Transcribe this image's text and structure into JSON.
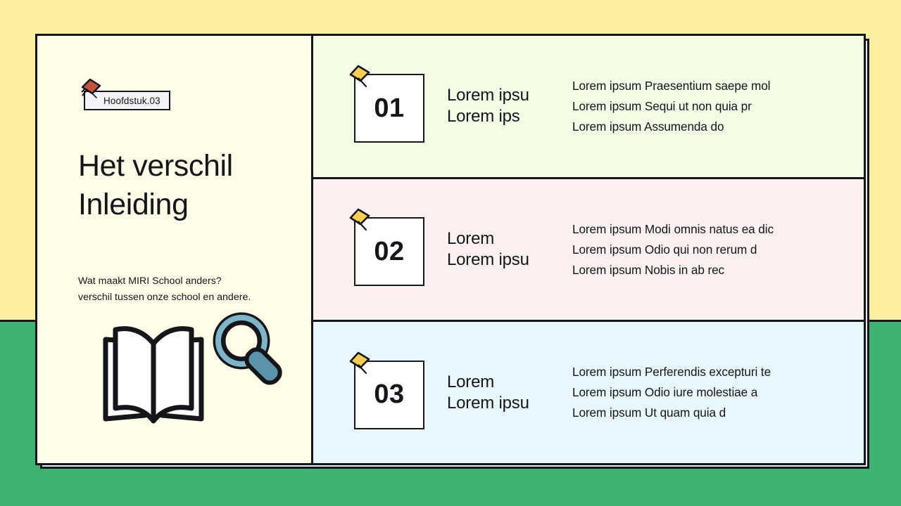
{
  "theme": {
    "bg_top": "#faf0a0",
    "bg_bottom": "#3cb371",
    "card_bg": "#fffde8",
    "outline": "#15161a",
    "row1_bg": "#f5fce6",
    "row2_bg": "#fdf0f0",
    "row3_bg": "#e8f6fd",
    "pin_red": "#c4523c",
    "pin_yellow": "#f9cf52",
    "lens_blue": "#7fb5c8",
    "handle_blue": "#5b93ab"
  },
  "left": {
    "badge": {
      "label": "Hoofdstuk.03",
      "pin_icon": "pushpin-icon"
    },
    "title": {
      "line1": "Het verschil",
      "line2": "Inleiding"
    },
    "subtitle": {
      "line1": "Wat maakt MIRI School anders?",
      "line2": "verschil tussen onze school en andere."
    },
    "illustration": {
      "book_icon": "open-book-icon",
      "magnifier_icon": "magnifying-glass-icon"
    }
  },
  "rows": [
    {
      "number": "01",
      "pin_icon": "pushpin-icon",
      "heading": {
        "line1": "Lorem ipsu",
        "line2": "Lorem ips"
      },
      "body": [
        "Lorem ipsum Praesentium saepe mol",
        "Lorem ipsum Sequi ut non quia pr",
        "Lorem ipsum Assumenda do"
      ]
    },
    {
      "number": "02",
      "pin_icon": "pushpin-icon",
      "heading": {
        "line1": "Lorem",
        "line2": "Lorem ipsu"
      },
      "body": [
        "Lorem ipsum Modi omnis natus ea dic",
        "Lorem ipsum Odio qui non rerum d",
        "Lorem ipsum Nobis in ab rec"
      ]
    },
    {
      "number": "03",
      "pin_icon": "pushpin-icon",
      "heading": {
        "line1": "Lorem",
        "line2": "Lorem ipsu"
      },
      "body": [
        "Lorem ipsum Perferendis excepturi te",
        "Lorem ipsum Odio iure molestiae a",
        "Lorem ipsum Ut quam quia d"
      ]
    }
  ]
}
